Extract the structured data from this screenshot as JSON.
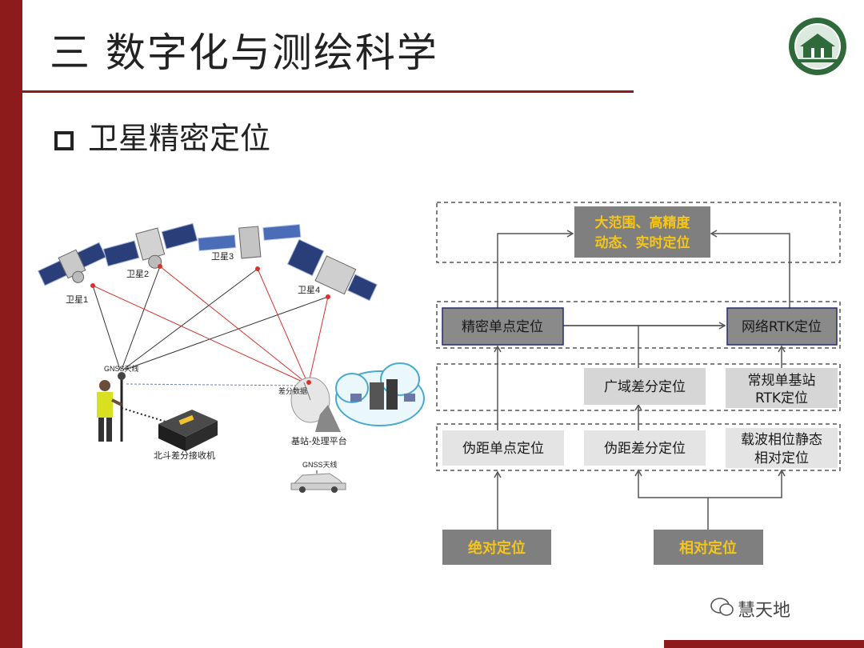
{
  "header": {
    "title": "三 数字化与测绘科学",
    "subtitle": "卫星精密定位"
  },
  "logo": {
    "name": "university-seal"
  },
  "left_figure": {
    "satellites": [
      "卫星1",
      "卫星2",
      "卫星3",
      "卫星4"
    ],
    "gnss_antenna": "GNSS天线",
    "diff_data": "差分数据",
    "base_station": "基站-处理平台",
    "receiver": "北斗差分接收机",
    "car_antenna": "GNSS天线"
  },
  "diagram": {
    "top": [
      "大范围、高精度",
      "动态、实时定位"
    ],
    "precise_ppp": "精密单点定位",
    "network_rtk": "网络RTK定位",
    "wide_area": "广域差分定位",
    "conventional_rtk": [
      "常规单基站",
      "RTK定位"
    ],
    "pseudo_single": "伪距单点定位",
    "pseudo_diff": "伪距差分定位",
    "carrier_static": [
      "载波相位静态",
      "相对定位"
    ],
    "absolute": "绝对定位",
    "relative": "相对定位"
  },
  "watermark": "慧天地",
  "colors": {
    "brand": "#8e1b1b",
    "gold": "#f5c518",
    "dark_box": "#7f7f7f",
    "mid_box": "#d6d6d6"
  }
}
